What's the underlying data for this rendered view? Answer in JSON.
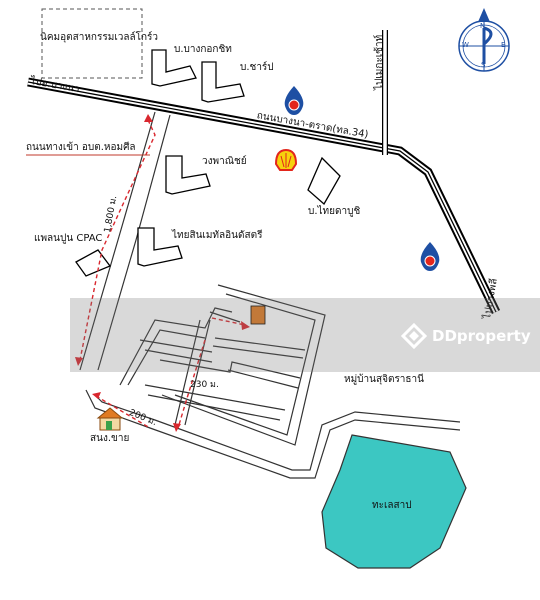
{
  "labels": {
    "industrial_estate": "นิคมอุตสาหกรรมเวลล์โกร์ว",
    "company_bangkok_chit": "บ.บางกอกชิท",
    "company_sharp": "บ.ชาร์ป",
    "road_to_bangna": "ไปอ.บางนา",
    "main_road": "ถนนบางนา-ตราด(ทล.34)",
    "to_mega": "ไปเมกะเซ้าท์",
    "entrance_road": "ถนนทางเข้า อบต.หอมศีล",
    "wongpanich": "วงพาณิชย์",
    "thai_dabuchi": "บ.ไทยดาบูชิ",
    "cpac": "แพลนปูน CPAC",
    "thai_sin": "ไทยสินเมทัลอินดัสตรี",
    "to_bangpli": "ไปบางพลี",
    "village": "หมู่บ้านสุจิตราธานี",
    "lake": "ทะเลสาป",
    "police": "สนง.ขาย",
    "dist_1800": "1,800 ม.",
    "dist_230": "230 ม.",
    "dist_200": "200 ม.",
    "watermark": "DDproperty"
  },
  "compass": {
    "n": "N",
    "s": "S",
    "e": "E",
    "w": "W"
  },
  "colors": {
    "lake": "#3cc7c2",
    "route": "#d9272e",
    "target": "#e07b22",
    "ptt_blue": "#1e4fa3",
    "shell_yellow": "#f6d20d",
    "shell_red": "#e3261c"
  }
}
